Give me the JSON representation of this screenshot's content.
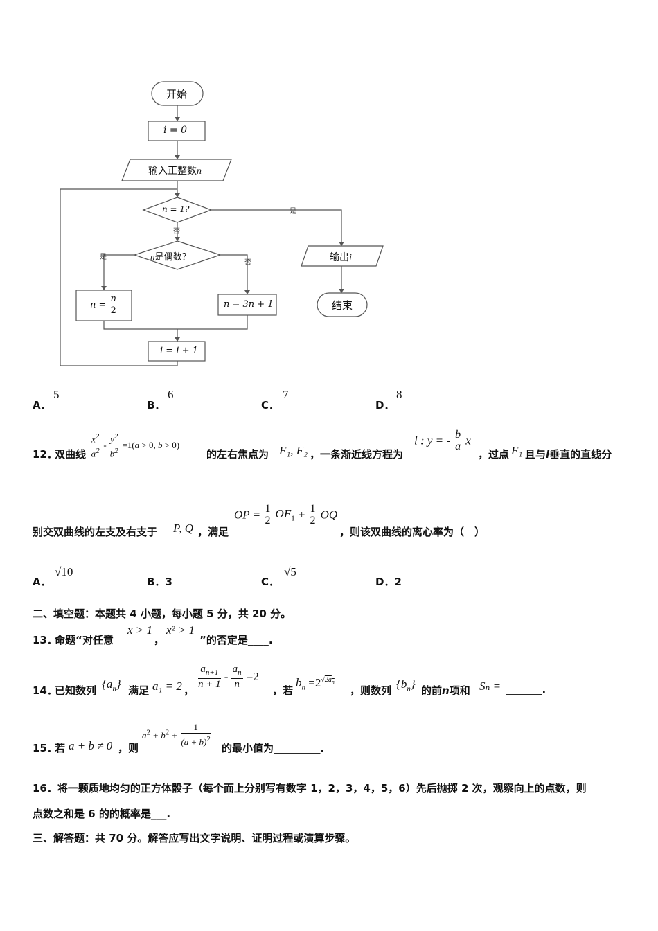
{
  "flowchart": {
    "start": "开始",
    "init": "i = 0",
    "input": "输入正整数",
    "input_var": "n",
    "cond1": "n = 1?",
    "yes1": "是",
    "no1": "否",
    "cond2_var": "n",
    "cond2": "是偶数？",
    "yes2": "是",
    "no2": "否",
    "even_lhs": "n =",
    "even_num": "n",
    "even_den": "2",
    "odd_op": "n = 3n + 1",
    "inc": "i = i + 1",
    "output": "输出",
    "output_var": "i",
    "end": "结束"
  },
  "q11_options": [
    {
      "letter": "A．",
      "value": "5"
    },
    {
      "letter": "B．",
      "value": "6"
    },
    {
      "letter": "C．",
      "value": "7"
    },
    {
      "letter": "D．",
      "value": "8"
    }
  ],
  "q12": {
    "number": "12．",
    "text1": "双曲线",
    "text2": "的左右焦点为",
    "foci": "F₁, F₂",
    "text3": "，一条渐近线方程为",
    "text4": "，过点",
    "point": "F₁",
    "text5": "且与",
    "l_bold": "l",
    "text6": "垂直的直线分",
    "line2_text1": "别交双曲线的左支及右支于",
    "pq": "P, Q",
    "line2_text2": "，满足",
    "line2_text3": "，则该双曲线的离心率为（　）",
    "options": [
      {
        "letter": "A．",
        "value": "10",
        "sqrt": true
      },
      {
        "letter": "B．",
        "value": "3",
        "sqrt": false
      },
      {
        "letter": "C．",
        "value": "5",
        "sqrt": true
      },
      {
        "letter": "D．",
        "value": "2",
        "sqrt": false
      }
    ]
  },
  "section2": "二、填空题：本题共 4 小题，每小题 5 分，共 20 分。",
  "q13": {
    "number": "13．",
    "text1": "命题“对任意",
    "m1": "x > 1",
    "sep": "，",
    "m2": "x² > 1",
    "text2": "”的否定是",
    "blank": "____."
  },
  "q14": {
    "number": "14．",
    "text1": "已知数列",
    "seq_a": "a",
    "text2": "满足",
    "a1": "a₁ = 2",
    "comma": "，",
    "text3": "，若",
    "text4": "，则数列",
    "seq_b": "b",
    "text5": "的前",
    "n_bold": "n",
    "text6": "项和",
    "sn": "Sₙ =",
    "blank": "_______."
  },
  "q15": {
    "number": "15．",
    "text1": "若",
    "cond": "a + b ≠ 0",
    "text2": "，则",
    "text3": "的最小值为",
    "blank": "_________."
  },
  "q16": {
    "number": "16．",
    "line1": "将一颗质地均匀的正方体骰子（每个面上分别写有数字 1，2，3，4，5，6）先后抛掷 2 次，观察向上的点数，则",
    "line2": "点数之和是 6 的的概率是",
    "blank": "___."
  },
  "section3": "三、解答题：共 70 分。解答应写出文字说明、证明过程或演算步骤。"
}
